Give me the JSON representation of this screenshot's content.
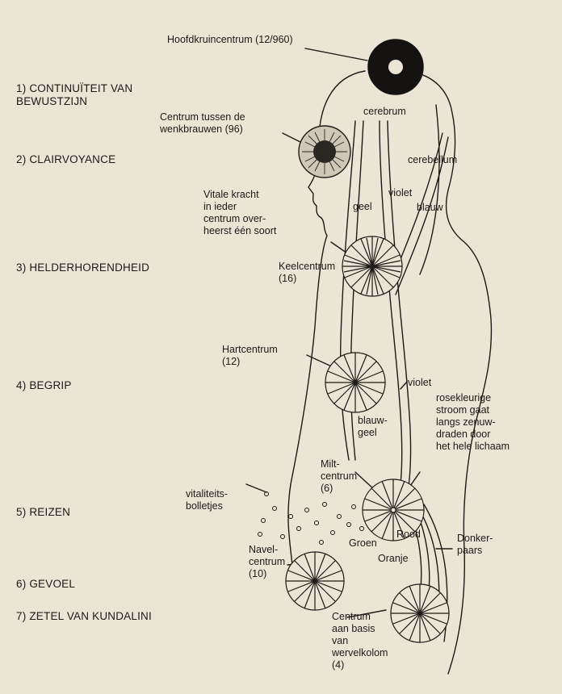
{
  "levels": [
    {
      "line1": "1) CONTINUÏTEIT VAN",
      "line2": "BEWUSTZIJN"
    },
    {
      "line1": "2) CLAIRVOYANCE"
    },
    {
      "line1": "3) HELDERHORENDHEID"
    },
    {
      "line1": "4) BEGRIP"
    },
    {
      "line1": "5) REIZEN"
    },
    {
      "line1": "6) GEVOEL"
    },
    {
      "line1": "7) ZETEL VAN KUNDALINI"
    }
  ],
  "labels": {
    "crown": "Hoofdkruincentrum (12/960)",
    "brow": "Centrum tussen de\nwenkbrauwen (96)",
    "cerebrum": "cerebrum",
    "cerebellum": "cerebellum",
    "vital_force": "Vitale kracht\nin ieder\ncentrum over-\nheerst één soort",
    "geel_top": "geel",
    "violet_top": "violet",
    "blauw_top": "blauw",
    "throat": "Keelcentrum\n(16)",
    "heart": "Hartcentrum\n(12)",
    "violet_mid": "violet",
    "rosy_stream": "rosekleurige\nstroom gaat\nlangs zenuw-\ndraden door\nhet hele lichaam",
    "blauw_geel": "blauw-\ngeel",
    "spleen": "Milt-\ncentrum\n(6)",
    "vitality": "vitaliteits-\nbolletjes",
    "rood": "Rood",
    "groen": "Groen",
    "oranje": "Oranje",
    "donkerpaars": "Donker-\npaars",
    "navel": "Navel-\ncentrum\n(10)",
    "base": "Centrum\naan basis\nvan\nwervelkolom\n(4)"
  }
}
